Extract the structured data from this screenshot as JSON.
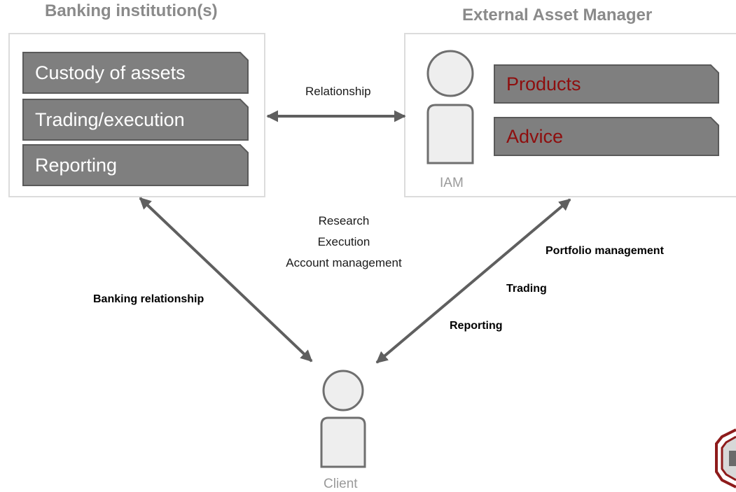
{
  "titles": {
    "bank": "Banking institution(s)",
    "eam": "External Asset Manager"
  },
  "bank_panel": {
    "services": [
      "Custody of assets",
      "Trading/execution",
      "Reporting"
    ]
  },
  "eam_panel": {
    "services": [
      "Products",
      "Advice"
    ],
    "person_caption": "IAM"
  },
  "relationship_label": "Relationship",
  "center_services": [
    "Research",
    "Execution",
    "Account management"
  ],
  "client": {
    "caption": "Client"
  },
  "left_link": {
    "label": "Banking relationship"
  },
  "right_link": {
    "labels": [
      "Portfolio management",
      "Trading",
      "Reporting"
    ]
  },
  "colors": {
    "tab_fill": "#7f7f7f",
    "tab_stroke": "#5a5a5a",
    "dark_text": "#8e0e0e",
    "panel_border": "#dcdcdc",
    "arrow": "#5f5f5f",
    "person_fill": "#eeeeee",
    "person_stroke": "#6f6f6f"
  },
  "icons": {
    "person": "person-icon",
    "logo": "logo-emblem"
  }
}
